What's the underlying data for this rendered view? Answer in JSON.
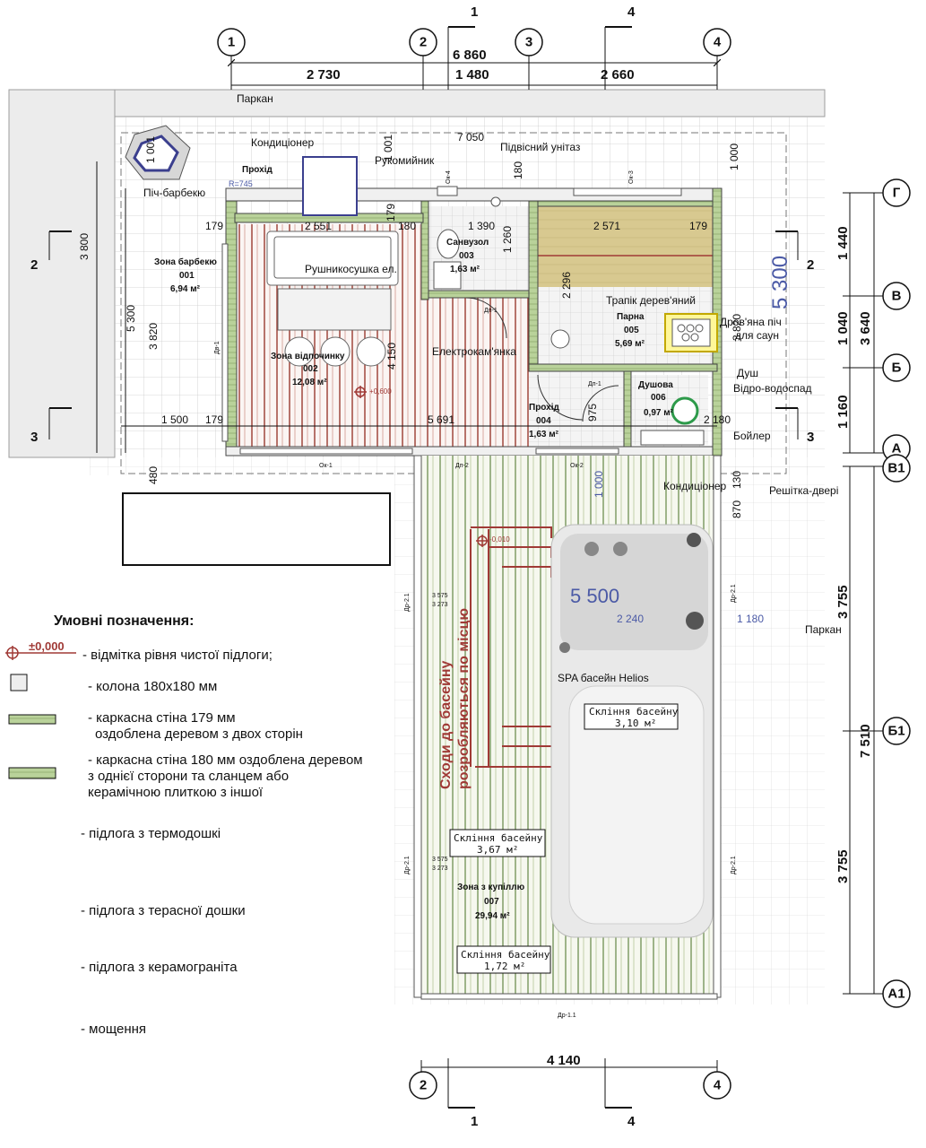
{
  "axes": {
    "top": [
      "1",
      "2",
      "3",
      "4"
    ],
    "bottom": [
      "2",
      "4"
    ],
    "right": [
      "Г",
      "В",
      "Б",
      "А",
      "В1",
      "Б1",
      "А1"
    ],
    "sections": [
      "1",
      "4",
      "2",
      "3"
    ]
  },
  "dims": {
    "top_total": "6 860",
    "top_a": "2 730",
    "top_b": "1 480",
    "top_c": "2 660",
    "right_1440": "1 440",
    "right_1040": "1 040",
    "right_1160": "1 160",
    "right_3640": "3 640",
    "right_3755a": "3 755",
    "right_3755b": "3 755",
    "right_7510": "7 510",
    "bottom_total": "4 140",
    "left_3800": "3 800",
    "left_5300": "5 300",
    "left_3820": "3 820",
    "left_480": "480",
    "big_5300": "5 300",
    "big_5500": "5 500",
    "d_7050": "7 050",
    "d_1000": "1 000",
    "d_2551": "2 551",
    "d_1390": "1 390",
    "d_2571": "2 571",
    "d_179a": "179",
    "d_179b": "179",
    "d_179c": "179",
    "d_179d": "179",
    "d_180a": "180",
    "d_180b": "180",
    "d_1260": "1 260",
    "d_2296": "2 296",
    "d_4150": "4 150",
    "d_1500": "1 500",
    "d_5691": "5 691",
    "d_975": "975",
    "d_2180": "2 180",
    "d_3820b": "3 820",
    "d_1000b": "1 000",
    "d_2240": "2 240",
    "d_1180": "1 180",
    "d_870": "870",
    "d_130": "130",
    "d_1001a": "1 001",
    "d_1001b": "1 001",
    "d_3575a": "3 575",
    "d_3273a": "3 273",
    "d_3575b": "3 575",
    "d_3273b": "3 273"
  },
  "labels": {
    "fence_top": "Паркан",
    "fence_right": "Паркан",
    "ac_top": "Кондиціонер",
    "ac_bottom": "Кондиціонер",
    "passage_top": "Прохід",
    "bbq_oven": "Піч-барбекю",
    "washbasin": "Рукомийник",
    "toilet": "Підвісний унітаз",
    "towel_dryer": "Рушникосушка ел.",
    "ladder": "Трапік дерев'яний",
    "wood_stove_1": "Дров'яна піч",
    "wood_stove_2": "для саун",
    "fireplace": "Електрокам'янка",
    "shower": "Душ",
    "bucket": "Відро-водоспад",
    "boiler": "Бойлер",
    "grate_door": "Решітка-двері",
    "spa": "SPA басейн Helios",
    "stairs_1": "Сходи до басейну",
    "stairs_2": "розробляються по місцю",
    "r745": "R=745",
    "level_0600": "+0,600",
    "level_0010": "-0,010"
  },
  "rooms": [
    {
      "name": "Зона барбекю",
      "num": "001",
      "area": "6,94 м²"
    },
    {
      "name": "Зона відпочинку",
      "num": "002",
      "area": "12,08 м²"
    },
    {
      "name": "Санвузол",
      "num": "003",
      "area": "1,63 м²"
    },
    {
      "name": "Прохід",
      "num": "004",
      "area": "1,63 м²"
    },
    {
      "name": "Парна",
      "num": "005",
      "area": "5,69 м²"
    },
    {
      "name": "Душова",
      "num": "006",
      "area": "0,97 м²"
    },
    {
      "name": "Зона з купіллю",
      "num": "007",
      "area": "29,94 м²"
    }
  ],
  "glazing": [
    {
      "title": "Скління басейну",
      "area": "3,10 м²"
    },
    {
      "title": "Скління басейну",
      "area": "3,67 м²"
    },
    {
      "title": "Скління басейну",
      "area": "1,72 м²"
    }
  ],
  "doors": {
    "d1": "Дв-1",
    "d21a": "Др-2.1",
    "d21b": "Др-2.1",
    "d21c": "Др-2.1",
    "d21d": "Др-2.1",
    "d11": "Др-1.1",
    "dp1a": "Дп-1",
    "dp1b": "Дп-1",
    "dp2": "Дп-2",
    "ok1": "Ок-1",
    "ok2": "Ок-2",
    "ok4": "Ок-4",
    "ok3": "Ок-3"
  },
  "legend": {
    "title": "Умовні позначення:",
    "level_mark": "±0,000",
    "items": [
      "- відмітка рівня чистої підлоги;",
      "- колона 180х180 мм",
      "- каркасна стіна 179 мм",
      "оздоблена деревом з двох сторін",
      "- каркасна стіна 180 мм оздоблена деревом",
      "з однієї сторони та сланцем або",
      "керамічною плиткою з іншої",
      "- підлога з термодошкі",
      "- підлога з терасної дошки",
      "- підлога з керамограніта",
      "- мощення"
    ]
  },
  "colors": {
    "wall_wood": "#b9d29a",
    "floor_terrace": "#6f8f52",
    "floor_thermo": "#9a3b30",
    "sauna_floor": "#d8c990",
    "spa_blue": "#4b5aa6",
    "stair_red": "#a03a36"
  }
}
